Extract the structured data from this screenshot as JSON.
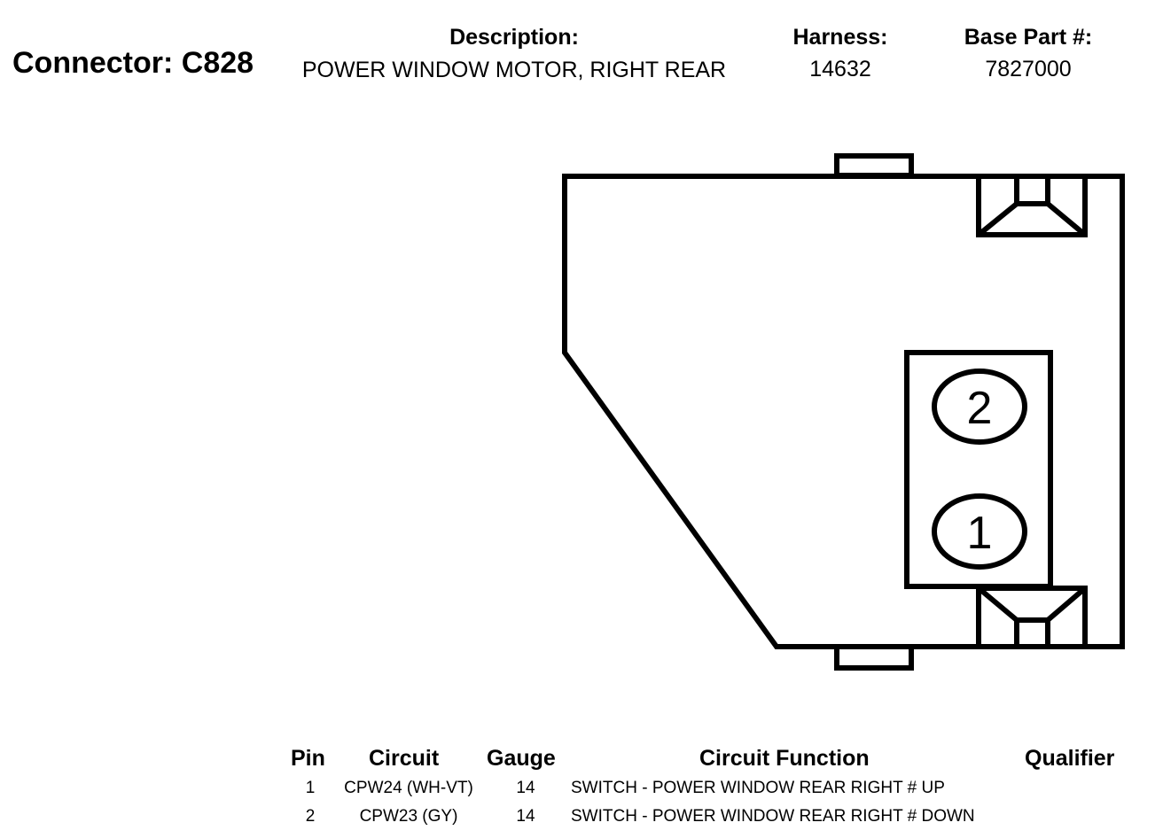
{
  "connector": {
    "title": "Connector: C828"
  },
  "header": {
    "description_label": "Description:",
    "description_value": "POWER WINDOW MOTOR, RIGHT REAR",
    "harness_label": "Harness:",
    "harness_value": "14632",
    "base_part_label": "Base Part #:",
    "base_part_value": "7827000"
  },
  "diagram": {
    "pins": [
      {
        "label": "2"
      },
      {
        "label": "1"
      }
    ]
  },
  "table": {
    "columns": [
      "Pin",
      "Circuit",
      "Gauge",
      "Circuit Function",
      "Qualifier"
    ],
    "rows": [
      {
        "pin": "1",
        "circuit": "CPW24 (WH-VT)",
        "gauge": "14",
        "function": "SWITCH - POWER WINDOW REAR RIGHT # UP",
        "qualifier": ""
      },
      {
        "pin": "2",
        "circuit": "CPW23 (GY)",
        "gauge": "14",
        "function": "SWITCH - POWER WINDOW REAR RIGHT # DOWN",
        "qualifier": ""
      }
    ]
  }
}
